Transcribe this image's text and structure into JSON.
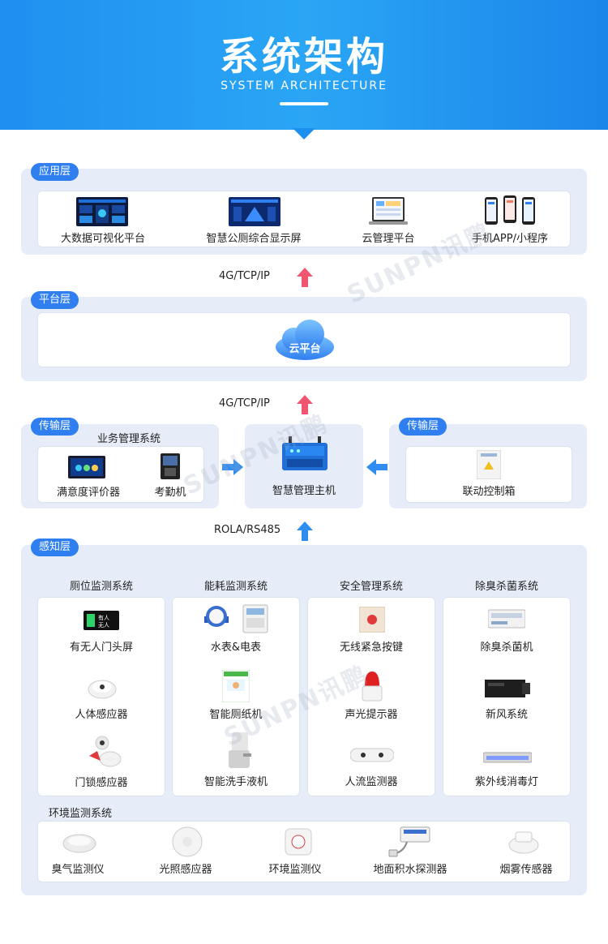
{
  "header": {
    "title": "系统架构",
    "subtitle": "SYSTEM ARCHITECTURE"
  },
  "layers": {
    "app": {
      "tag": "应用层",
      "items": [
        "大数据可视化平台",
        "智慧公厕综合显示屏",
        "云管理平台",
        "手机APP/小程序"
      ]
    },
    "platform": {
      "tag": "平台层",
      "cloud": "云平台"
    },
    "transport": {
      "tag_left": "传输层",
      "tag_right": "传输层",
      "business_title": "业务管理系统",
      "business_items": [
        "满意度评价器",
        "考勤机"
      ],
      "host": "智慧管理主机",
      "right_item": "联动控制箱"
    },
    "perception": {
      "tag": "感知层",
      "columns": [
        {
          "title": "厕位监测系统",
          "items": [
            "有无人门头屏",
            "人体感应器",
            "门锁感应器"
          ]
        },
        {
          "title": "能耗监测系统",
          "items": [
            "水表&电表",
            "智能厕纸机",
            "智能洗手液机"
          ]
        },
        {
          "title": "安全管理系统",
          "items": [
            "无线紧急按键",
            "声光提示器",
            "人流监测器"
          ]
        },
        {
          "title": "除臭杀菌系统",
          "items": [
            "除臭杀菌机",
            "新风系统",
            "紫外线消毒灯"
          ]
        }
      ],
      "env_title": "环境监测系统",
      "env_items": [
        "臭气监测仪",
        "光照感应器",
        "环境监测仪",
        "地面积水探测器",
        "烟雾传感器"
      ]
    }
  },
  "protocols": {
    "p1": "4G/TCP/IP",
    "p2": "4G/TCP/IP",
    "p3": "ROLA/RS485"
  },
  "watermark": "SUNPN讯鹏",
  "door_sign": {
    "line1": "有人",
    "line2": "无人"
  },
  "colors": {
    "accent": "#2f7ff0",
    "up_arrow_red": "#f0566f",
    "arrow_blue": "#2f8df0",
    "panel_bg": "#e7edf8"
  }
}
